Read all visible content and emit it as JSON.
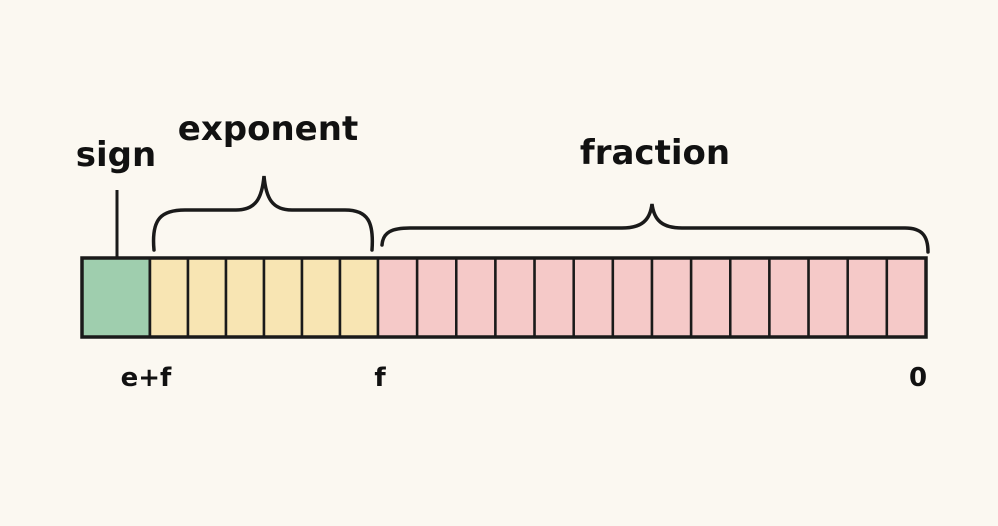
{
  "labels": {
    "sign": "sign",
    "exponent": "exponent",
    "fraction": "fraction"
  },
  "bit_positions": {
    "left": "e+f",
    "middle": "f",
    "right": "0"
  },
  "fields": {
    "sign_bits": 1,
    "exponent_bits": 6,
    "fraction_bits": 14
  },
  "colors": {
    "sign": "#9fceae",
    "exponent": "#f8e5b3",
    "fraction": "#f5c9c8",
    "outline": "#1a1a1a",
    "background": "#fbf8f1"
  }
}
